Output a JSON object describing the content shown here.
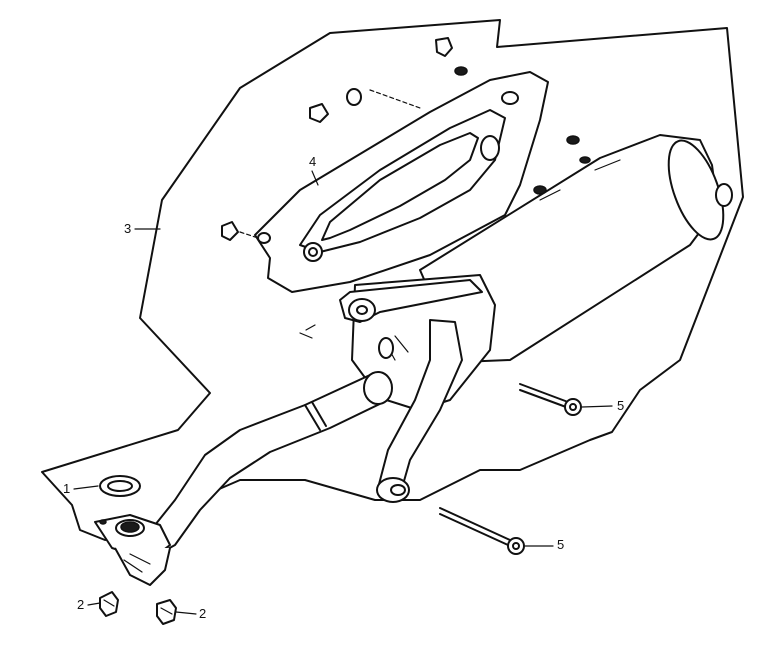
{
  "callouts": {
    "c1": "1",
    "c2a": "2",
    "c2b": "2",
    "c3": "3",
    "c4": "4",
    "c5a": "5",
    "c5b": "5"
  },
  "parts": [
    {
      "id": "1",
      "name": "gasket"
    },
    {
      "id": "2",
      "name": "nut"
    },
    {
      "id": "3",
      "name": "muffler-assembly"
    },
    {
      "id": "4",
      "name": "heat-shield"
    },
    {
      "id": "5",
      "name": "bolt"
    }
  ]
}
